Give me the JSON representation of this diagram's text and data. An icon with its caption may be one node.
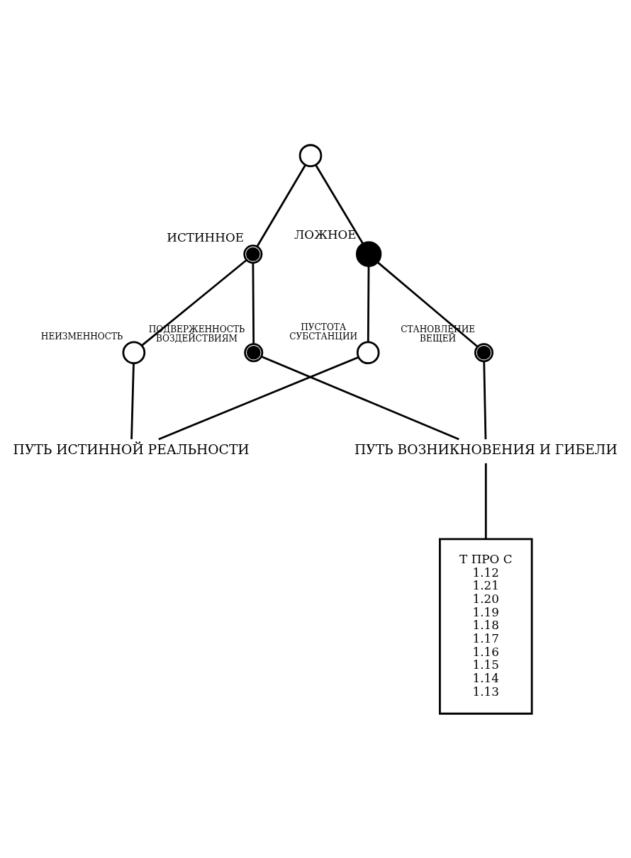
{
  "diagram": {
    "nodes": [
      {
        "text": [],
        "shape": "circle"
      },
      {
        "text": [
          "ИСТИННОЕ"
        ]
      },
      {
        "text": [
          "ЛОЖНОЕ"
        ]
      },
      {
        "text": [
          "НЕИЗМЕННОСТЬ"
        ]
      },
      {
        "text": [
          "ПОДВЕРЖЕННОСТЬ ВОЗДЕЙСТВИЯМ"
        ]
      },
      {
        "text": [
          "ПУСТОТА СУБСТАНЦИИ"
        ]
      },
      {
        "text": [
          "СТАНОВЛЕНИЕ ВЕЩЕЙ"
        ]
      },
      {
        "text": [
          "ПУТЬ ИСТИННОЙ РЕАЛЬНОСТИ"
        ]
      },
      {
        "text": [
          "ПУТЬ ВОЗНИКНОВЕНИЯ И ГИБЕЛИ"
        ]
      },
      {
        "text": [
          "Т ПРО С",
          "1.12",
          "1.21",
          "1.20",
          "1.19",
          "1.18",
          "1.17",
          "1.16",
          "1.15",
          "1.14",
          "1.13"
        ]
      }
    ],
    "edges": [
      {
        "from": 0,
        "to": 1,
        "arrow": "none"
      },
      {
        "from": 0,
        "to": 2,
        "arrow": "none"
      },
      {
        "from": 1,
        "to": 3,
        "arrow": "none"
      },
      {
        "from": 1,
        "to": 4,
        "arrow": "none"
      },
      {
        "from": 2,
        "to": 5,
        "arrow": "none"
      },
      {
        "from": 2,
        "to": 6,
        "arrow": "none"
      },
      {
        "from": 3,
        "to": 7,
        "arrow": "none"
      },
      {
        "from": 5,
        "to": 7,
        "arrow": "none"
      },
      {
        "from": 4,
        "to": 8,
        "arrow": "none"
      },
      {
        "from": 6,
        "to": 8,
        "arrow": "none"
      },
      {
        "from": 8,
        "to": 9,
        "arrow": "none"
      }
    ]
  }
}
